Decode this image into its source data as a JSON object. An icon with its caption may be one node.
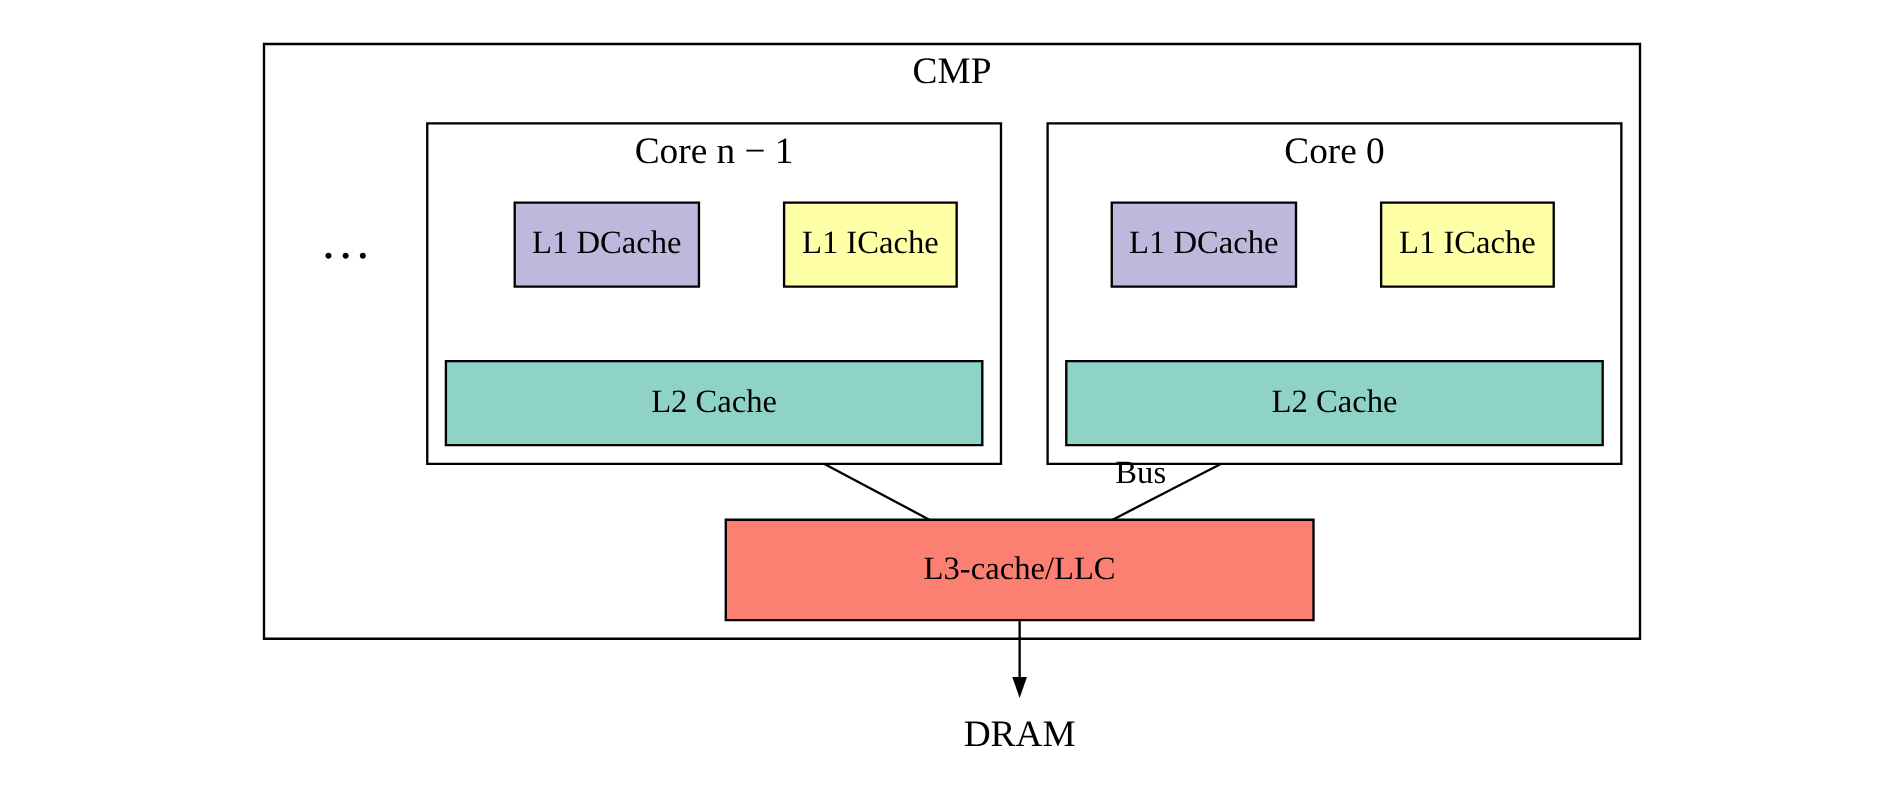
{
  "diagram": {
    "nodes": [
      {
        "text": [
          "CMP"
        ]
      },
      {
        "text": [
          "Core 0"
        ],
        "in": 0
      },
      {
        "text": [
          "L1 ICache"
        ],
        "in": 1
      },
      {
        "text": [
          "L1 DCache"
        ],
        "in": 1
      },
      {
        "text": [
          "L2 Cache"
        ],
        "in": 1
      },
      {
        "text": [
          "Core n − 1"
        ],
        "in": 0
      },
      {
        "text": [
          "L1 ICache"
        ],
        "in": 5
      },
      {
        "text": [
          "L1 DCache"
        ],
        "in": 5
      },
      {
        "text": [
          "L2 Cache"
        ],
        "in": 5
      },
      {
        "text": [
          "L3-cache/LLC"
        ],
        "in": 0
      },
      {
        "text": [
          "DRAM"
        ]
      }
    ],
    "edges": [
      {
        "from": 1,
        "to": 9,
        "arrow": "none",
        "label": "Bus"
      },
      {
        "from": 5,
        "to": 9,
        "arrow": "none"
      },
      {
        "from": 9,
        "to": 10,
        "arrow": "to"
      }
    ],
    "labels": [
      "…"
    ]
  }
}
